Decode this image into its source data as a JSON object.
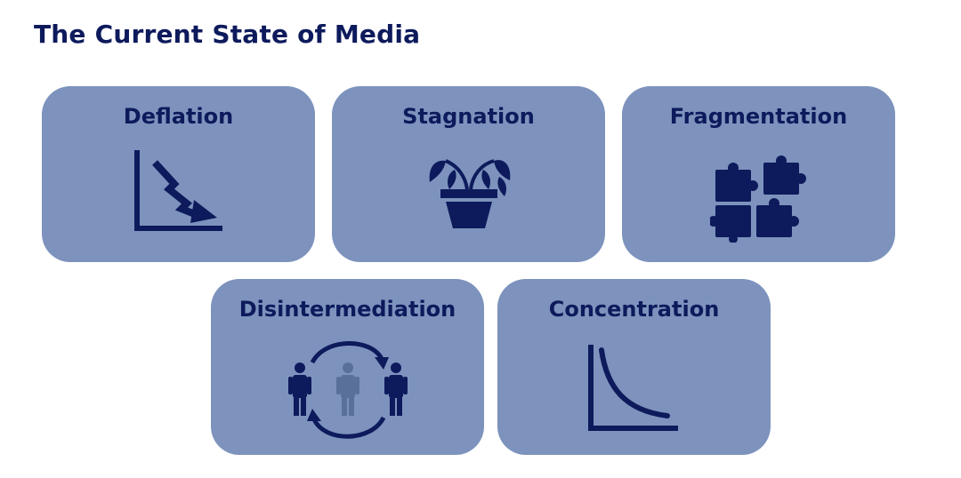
{
  "slide": {
    "title": "The Current State of Media"
  },
  "cards": [
    {
      "label": "Deflation",
      "icon": "declining-chart-icon"
    },
    {
      "label": "Stagnation",
      "icon": "wilting-plant-icon"
    },
    {
      "label": "Fragmentation",
      "icon": "puzzle-pieces-icon"
    },
    {
      "label": "Disintermediation",
      "icon": "people-exchange-icon"
    },
    {
      "label": "Concentration",
      "icon": "decay-curve-icon"
    }
  ],
  "colors": {
    "title_text": "#0d1a5c",
    "card_fill": "#7d93bd",
    "icon_dark": "#0d1a5c",
    "icon_muted": "#59709a"
  }
}
